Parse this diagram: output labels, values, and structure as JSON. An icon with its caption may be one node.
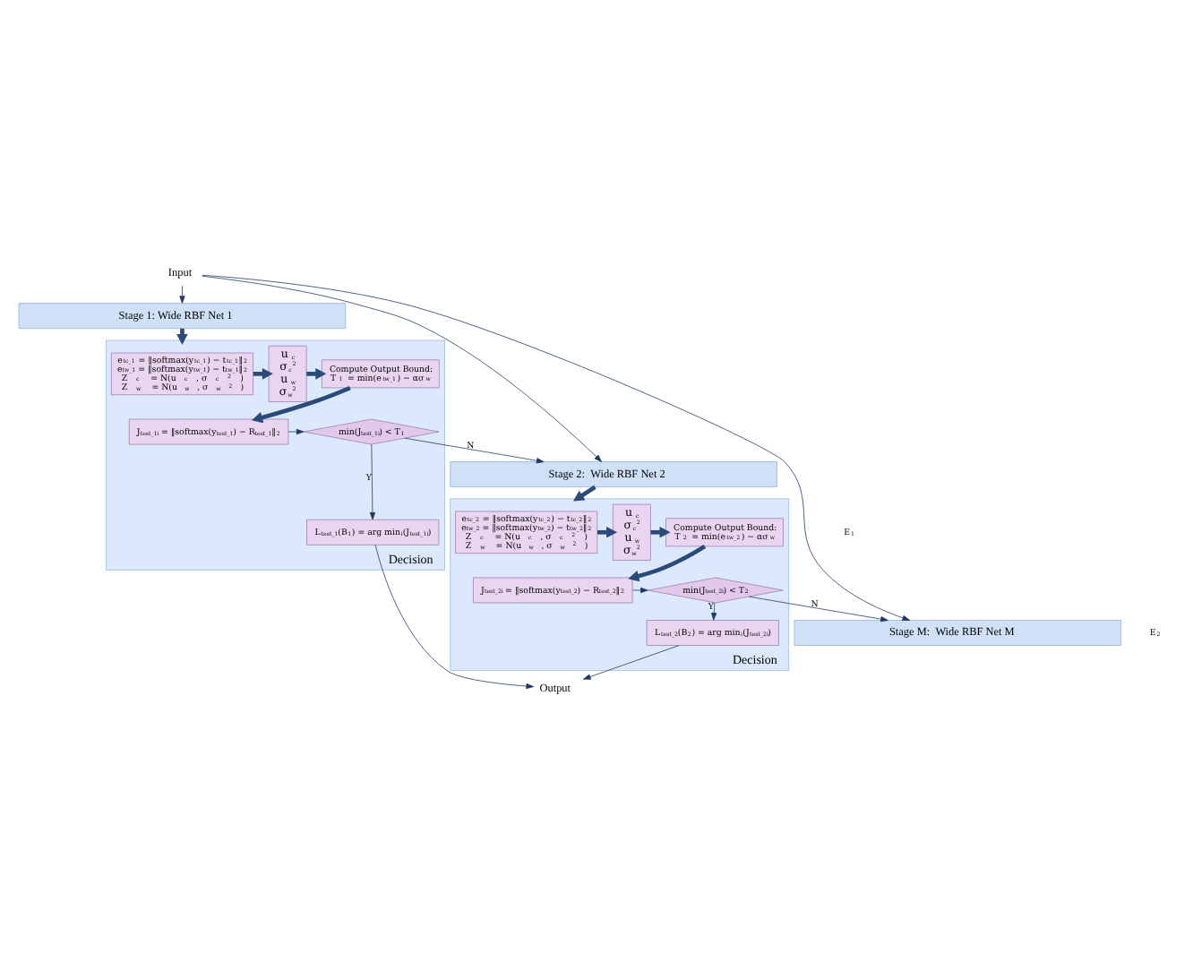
{
  "diagram": {
    "nodes": [
      {
        "text": [
          "Input"
        ]
      },
      {
        "text": [
          "Stage 1: Wide RBF Net 1"
        ]
      },
      {
        "text": [
          "Decision"
        ]
      },
      {
        "text": [
          "e$_{tc_1}$ = ‖softmax(y$_{tc_1}$) − t$_{tc_1}$‖$_{2}$",
          "e$_{tw_1}$ = ‖softmax(y$_{tw_1}$) − t$_{tw_1}$‖$_{2}$",
          "Z$_{c}$ = N(u$_{c}$, σ$_{c}$$^{2}$)",
          "Z$_{w}$ = N(u$_{w}$, σ$_{w}$$^{2}$)"
        ],
        "in": 2
      },
      {
        "text": [
          "u$_{c}$",
          "σ$_{c}$$^{2}$",
          "u$_{w}$",
          "σ$_{w}$$^{2}$"
        ],
        "in": 2
      },
      {
        "text": [
          "Compute Output Bound:",
          "T$_{1}$ = min(e$_{tw_1}$) − ασ$_{w}$"
        ],
        "in": 2
      },
      {
        "text": [
          "J$_{test_1i}$ = ‖softmax(y$_{test_1}$) − R$_{test_1}$‖$_{2}$"
        ],
        "in": 2
      },
      {
        "text": [
          "min(J$_{test_1i}$) < T$_{1}$"
        ],
        "in": 2
      },
      {
        "text": [
          "L$_{test_1}$(B$_{1}$) = arg min$_{i}$(J$_{test_1i}$)"
        ],
        "in": 2
      },
      {
        "text": [
          "Stage 2:  Wide RBF Net 2"
        ]
      },
      {
        "text": [
          "Decision"
        ]
      },
      {
        "text": [
          "e$_{tc_2}$ = ‖softmax(y$_{tc_2}$) − t$_{tc_2}$‖$_{2}$",
          "e$_{tw_2}$ = ‖softmax(y$_{tw_2}$) − t$_{tw_2}$‖$_{2}$",
          "Z$_{c}$ = N(u$_{c}$, σ$_{c}$$^{2}$)",
          "Z$_{w}$ = N(u$_{w}$, σ$_{w}$$^{2}$)"
        ],
        "in": 10
      },
      {
        "text": [
          "u$_{c}$",
          "σ$_{c}$$^{2}$",
          "u$_{w}$",
          "σ$_{w}$$^{2}$"
        ],
        "in": 10
      },
      {
        "text": [
          "Compute Output Bound:",
          "T$_{2}$ = min(e$_{tw_2}$) − ασ$_{w}$"
        ],
        "in": 10
      },
      {
        "text": [
          "J$_{test_2i}$ = ‖softmax(y$_{test_2}$) − R$_{test_2}$‖$_{2}$"
        ],
        "in": 10
      },
      {
        "text": [
          "min(J$_{test_2i}$) < T$_{2}$"
        ],
        "in": 10
      },
      {
        "text": [
          "L$_{test_2}$(B$_{2}$) = arg min$_{i}$(J$_{test_2i}$)"
        ],
        "in": 10
      },
      {
        "text": [
          "Stage M:  Wide RBF Net M"
        ]
      },
      {
        "text": [
          "Output"
        ]
      }
    ],
    "edges": [
      {
        "from": 0,
        "to": 1,
        "arrow": "to"
      },
      {
        "from": 1,
        "to": 2,
        "arrow": "to",
        "style": "thick"
      },
      {
        "from": 3,
        "to": 4,
        "arrow": "to",
        "style": "thick"
      },
      {
        "from": 4,
        "to": 5,
        "arrow": "to",
        "style": "thick"
      },
      {
        "from": 5,
        "to": 6,
        "arrow": "to",
        "style": "thick"
      },
      {
        "from": 6,
        "to": 7,
        "arrow": "to"
      },
      {
        "from": 7,
        "to": 8,
        "arrow": "to",
        "label": "Y"
      },
      {
        "from": 7,
        "to": 9,
        "arrow": "to",
        "label": "N"
      },
      {
        "from": 8,
        "to": 18,
        "arrow": "to"
      },
      {
        "from": 0,
        "to": 9,
        "arrow": "to"
      },
      {
        "from": 9,
        "to": 10,
        "arrow": "to",
        "style": "thick"
      },
      {
        "from": 11,
        "to": 12,
        "arrow": "to",
        "style": "thick"
      },
      {
        "from": 12,
        "to": 13,
        "arrow": "to",
        "style": "thick"
      },
      {
        "from": 13,
        "to": 14,
        "arrow": "to",
        "style": "thick"
      },
      {
        "from": 14,
        "to": 15,
        "arrow": "to"
      },
      {
        "from": 15,
        "to": 16,
        "arrow": "to",
        "label": "Y"
      },
      {
        "from": 15,
        "to": 17,
        "arrow": "to",
        "label": "N"
      },
      {
        "from": 16,
        "to": 18,
        "arrow": "to"
      },
      {
        "from": 0,
        "to": 17,
        "arrow": "to"
      }
    ],
    "labels": [
      "E$_{1}$",
      "E$_{2}$"
    ]
  }
}
